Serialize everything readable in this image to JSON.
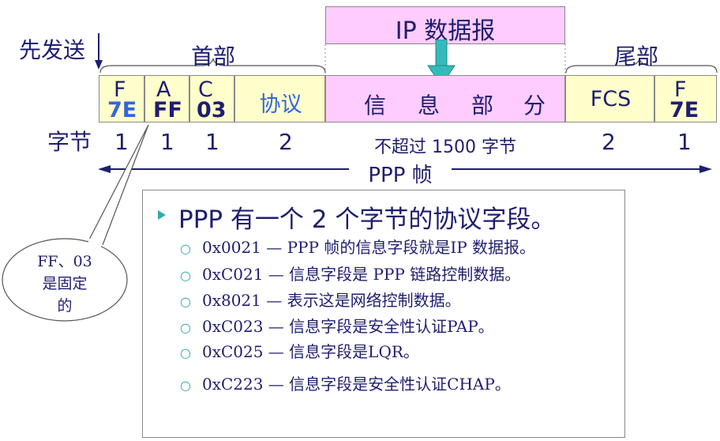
{
  "send_first_label": "先发送",
  "header_label": "首部",
  "trailer_label": "尾部",
  "ip_datagram_label": "IP 数据报",
  "fields": {
    "f1": {
      "letter": "F",
      "value": "7E"
    },
    "a": {
      "letter": "A",
      "value": "FF"
    },
    "c": {
      "letter": "C",
      "value": "03"
    },
    "protocol": {
      "label": "协议"
    },
    "info": {
      "chars": [
        "信",
        "息",
        "部",
        "分"
      ]
    },
    "fcs": {
      "label": "FCS"
    },
    "f2": {
      "letter": "F",
      "value": "7E"
    }
  },
  "byte_row": {
    "label": "字节",
    "counts": [
      "1",
      "1",
      "1",
      "2",
      "不超过 1500 字节",
      "2",
      "1"
    ]
  },
  "frame_label": "PPP 帧",
  "callout": {
    "lines": [
      "FF、03",
      "是固定",
      "的"
    ]
  },
  "notes": {
    "main": "PPP 有一个 2 个字节的协议字段。",
    "items": [
      "0x0021 — PPP 帧的信息字段就是IP 数据报。",
      "0xC021 — 信息字段是 PPP 链路控制数据。",
      "0x8021 — 表示这是网络控制数据。",
      "0xC023 — 信息字段是安全性认证PAP。",
      "0xC025 — 信息字段是LQR。",
      "0xC223 — 信息字段是安全性认证CHAP。"
    ]
  },
  "colors": {
    "value_blue": "#3366dd",
    "cell_yellow": "#ffffcc",
    "cell_pink": "#ffccff",
    "arrow_teal": "#33bbbb"
  }
}
